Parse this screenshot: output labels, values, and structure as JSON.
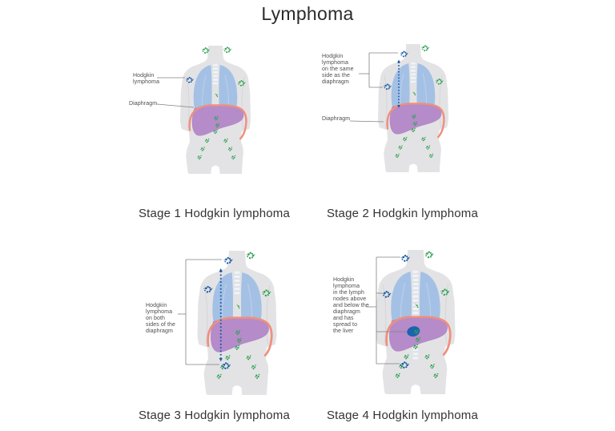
{
  "title": "Lymphoma",
  "colors": {
    "body": "#e3e3e5",
    "body_crease": "#d2d2d6",
    "lungs": "#a4c1e5",
    "liver": "#b58bc9",
    "diaphragm": "#ef8f7d",
    "node_green": "#2ea152",
    "node_blue": "#1b5aa5",
    "tumor": "#1a63ae",
    "spine": "#f0f3f6",
    "pointer_line": "#828282"
  },
  "panels": [
    {
      "id": "stage-1",
      "caption": "Stage 1 Hodgkin lymphoma",
      "labels": [
        {
          "text": "Hodgkin\nlymphoma"
        },
        {
          "text": "Diaphragm"
        }
      ],
      "figure": {
        "affected_sites": [
          "armpit-left"
        ],
        "dashed_spread_line": false,
        "liver_tumor": false,
        "spine_visible": false
      }
    },
    {
      "id": "stage-2",
      "caption": "Stage 2 Hodgkin lymphoma",
      "labels": [
        {
          "text": "Hodgkin\nlymphoma\non the same\nside as the\ndiaphragm"
        },
        {
          "text": "Diaphragm"
        }
      ],
      "figure": {
        "affected_sites": [
          "neck-left",
          "armpit-left"
        ],
        "dashed_spread_line": true,
        "liver_tumor": false,
        "spine_visible": false
      }
    },
    {
      "id": "stage-3",
      "caption": "Stage 3 Hodgkin lymphoma",
      "labels": [
        {
          "text": "Hodgkin\nlymphoma\non both\nsides of the\ndiaphragm"
        }
      ],
      "figure": {
        "affected_sites": [
          "neck-left",
          "armpit-left",
          "groin-inner-left"
        ],
        "dashed_spread_line": true,
        "liver_tumor": false,
        "spine_visible": false
      }
    },
    {
      "id": "stage-4",
      "caption": "Stage 4 Hodgkin lymphoma",
      "labels": [
        {
          "text": "Hodgkin\nlymphoma\nin the lymph\nnodes above\nand below the\ndiaphragm\nand has\nspread to\nthe liver"
        }
      ],
      "figure": {
        "affected_sites": [
          "neck-left",
          "armpit-left",
          "groin-inner-left"
        ],
        "dashed_spread_line": false,
        "liver_tumor": true,
        "spine_visible": true
      }
    }
  ]
}
